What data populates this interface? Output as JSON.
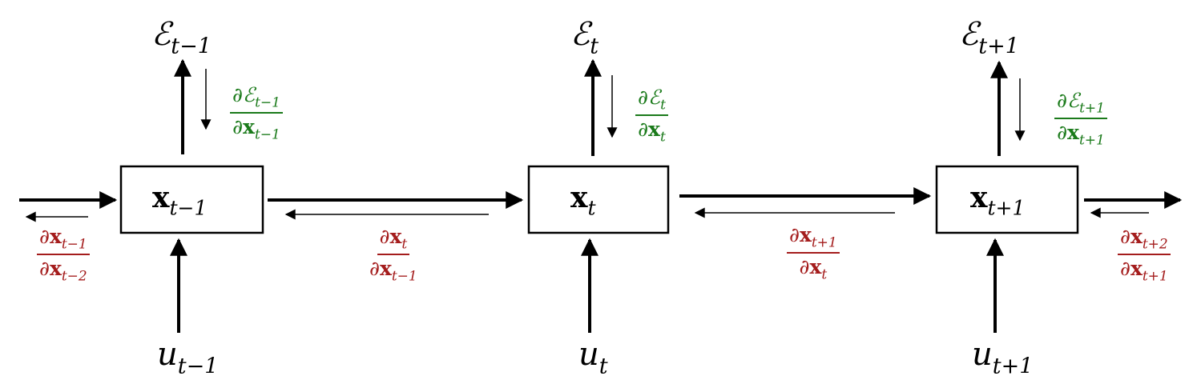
{
  "colors": {
    "error_gradient": "#1a7a1a",
    "state_gradient": "#a41c1c",
    "line": "#000000"
  },
  "steps": [
    {
      "error_label": {
        "base": "ℰ",
        "sub": "t−1"
      },
      "state_label": {
        "base": "x",
        "sub": "t−1"
      },
      "input_label": {
        "base": "u",
        "sub": "t−1"
      },
      "error_grad": {
        "num_sub": "t−1",
        "den_sub": "t−1"
      }
    },
    {
      "error_label": {
        "base": "ℰ",
        "sub": "t"
      },
      "state_label": {
        "base": "x",
        "sub": "t"
      },
      "input_label": {
        "base": "u",
        "sub": "t"
      },
      "error_grad": {
        "num_sub": "t",
        "den_sub": "t"
      }
    },
    {
      "error_label": {
        "base": "ℰ",
        "sub": "t+1"
      },
      "state_label": {
        "base": "x",
        "sub": "t+1"
      },
      "input_label": {
        "base": "u",
        "sub": "t+1"
      },
      "error_grad": {
        "num_sub": "t+1",
        "den_sub": "t+1"
      }
    }
  ],
  "state_grads": [
    {
      "num_sub": "t−1",
      "den_sub": "t−2"
    },
    {
      "num_sub": "t",
      "den_sub": "t−1"
    },
    {
      "num_sub": "t+1",
      "den_sub": "t"
    },
    {
      "num_sub": "t+2",
      "den_sub": "t+1"
    }
  ],
  "symbols": {
    "partial": "∂",
    "bold_x": "x",
    "error": "ℰ"
  }
}
